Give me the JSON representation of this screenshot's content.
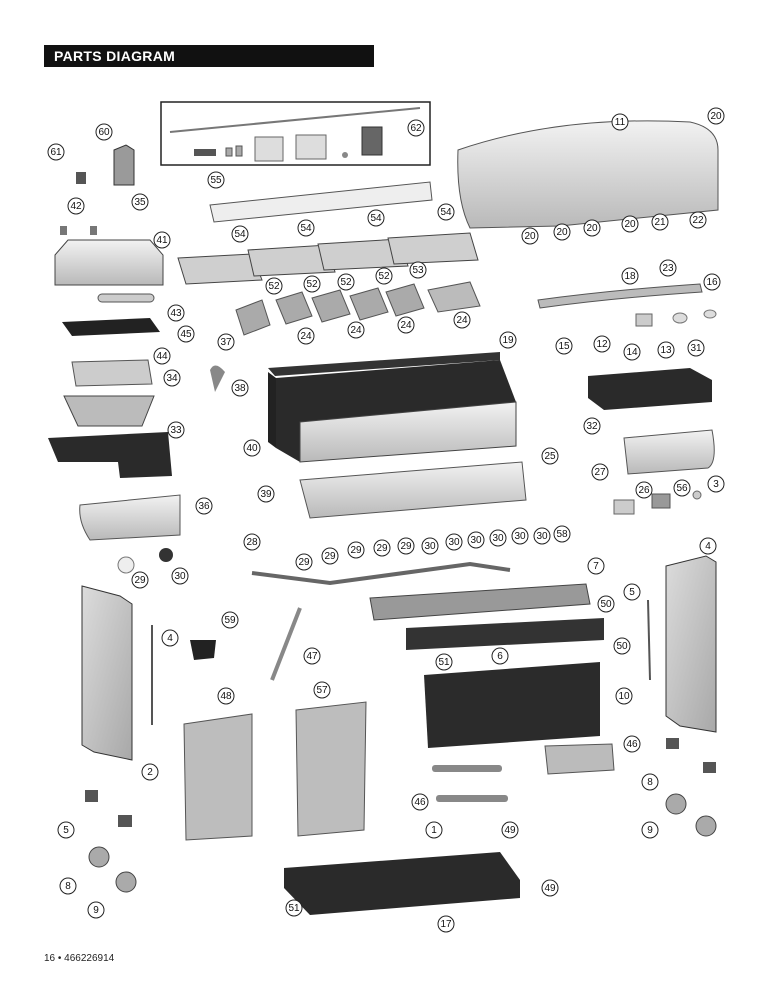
{
  "header": {
    "title": "PARTS DIAGRAM"
  },
  "footer": {
    "text": "16 • 466226914"
  },
  "callouts": [
    {
      "label": "61"
    },
    {
      "label": "60"
    },
    {
      "label": "42"
    },
    {
      "label": "35"
    },
    {
      "label": "41"
    },
    {
      "label": "43"
    },
    {
      "label": "45"
    },
    {
      "label": "44"
    },
    {
      "label": "34"
    },
    {
      "label": "33"
    },
    {
      "label": "36"
    },
    {
      "label": "29"
    },
    {
      "label": "30"
    },
    {
      "label": "2"
    },
    {
      "label": "4"
    },
    {
      "label": "5"
    },
    {
      "label": "8"
    },
    {
      "label": "9"
    },
    {
      "label": "62"
    },
    {
      "label": "55"
    },
    {
      "label": "54"
    },
    {
      "label": "54"
    },
    {
      "label": "54"
    },
    {
      "label": "54"
    },
    {
      "label": "52"
    },
    {
      "label": "52"
    },
    {
      "label": "52"
    },
    {
      "label": "52"
    },
    {
      "label": "53"
    },
    {
      "label": "24"
    },
    {
      "label": "24"
    },
    {
      "label": "24"
    },
    {
      "label": "24"
    },
    {
      "label": "37"
    },
    {
      "label": "38"
    },
    {
      "label": "19"
    },
    {
      "label": "40"
    },
    {
      "label": "39"
    },
    {
      "label": "25"
    },
    {
      "label": "28"
    },
    {
      "label": "29"
    },
    {
      "label": "29"
    },
    {
      "label": "29"
    },
    {
      "label": "29"
    },
    {
      "label": "29"
    },
    {
      "label": "30"
    },
    {
      "label": "30"
    },
    {
      "label": "30"
    },
    {
      "label": "30"
    },
    {
      "label": "30"
    },
    {
      "label": "30"
    },
    {
      "label": "58"
    },
    {
      "label": "59"
    },
    {
      "label": "47"
    },
    {
      "label": "48"
    },
    {
      "label": "57"
    },
    {
      "label": "7"
    },
    {
      "label": "50"
    },
    {
      "label": "50"
    },
    {
      "label": "51"
    },
    {
      "label": "6"
    },
    {
      "label": "10"
    },
    {
      "label": "46"
    },
    {
      "label": "46"
    },
    {
      "label": "1"
    },
    {
      "label": "49"
    },
    {
      "label": "49"
    },
    {
      "label": "51"
    },
    {
      "label": "17"
    },
    {
      "label": "11"
    },
    {
      "label": "20"
    },
    {
      "label": "20"
    },
    {
      "label": "20"
    },
    {
      "label": "20"
    },
    {
      "label": "20"
    },
    {
      "label": "21"
    },
    {
      "label": "22"
    },
    {
      "label": "18"
    },
    {
      "label": "23"
    },
    {
      "label": "16"
    },
    {
      "label": "15"
    },
    {
      "label": "12"
    },
    {
      "label": "14"
    },
    {
      "label": "13"
    },
    {
      "label": "31"
    },
    {
      "label": "32"
    },
    {
      "label": "27"
    },
    {
      "label": "26"
    },
    {
      "label": "56"
    },
    {
      "label": "3"
    },
    {
      "label": "4"
    },
    {
      "label": "5"
    },
    {
      "label": "8"
    },
    {
      "label": "9"
    }
  ]
}
